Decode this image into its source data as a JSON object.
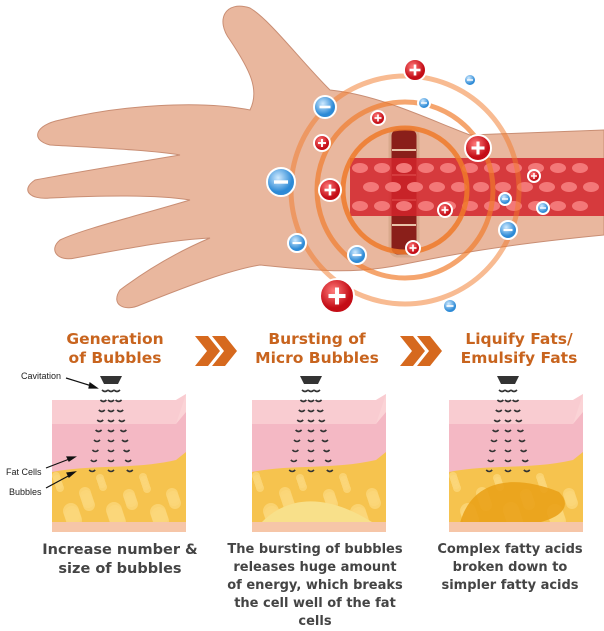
{
  "steps": [
    {
      "title_line1": "Generation",
      "title_line2": "of Bubbles",
      "caption": "Increase number & size of bubbles"
    },
    {
      "title_line1": "Bursting of",
      "title_line2": "Micro Bubbles",
      "caption": "The bursting of bubbles releases huge amount of energy, which breaks the cell well of the fat cells"
    },
    {
      "title_line1": "Liquify Fats/",
      "title_line2": "Emulsify Fats",
      "caption": "Complex fatty acids broken down to simpler fatty acids"
    }
  ],
  "labels": {
    "cavitation": "Cavitation",
    "fat_cells": "Fat Cells",
    "bubbles": "Bubbles"
  },
  "colors": {
    "accent": "#c8641e",
    "skin": "#e9b79e",
    "ring": "#f07a2a",
    "positive_ion": "#d8161e",
    "negative_ion": "#3a9be0",
    "fat": "#f4b73a",
    "dermis": "#f4b8c4"
  }
}
